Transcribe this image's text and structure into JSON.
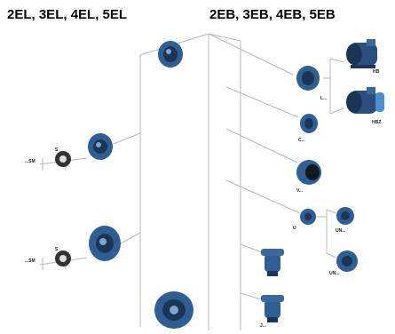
{
  "headings": {
    "left": "2EL, 3EL, 4EL, 5EL",
    "right": "2EB, 3EB, 4EB, 5EB"
  },
  "labels": {
    "l": "L...",
    "c": "C...",
    "v": "V...",
    "u": "U",
    "un_upper": "UN...",
    "un_lower": "UN...",
    "j": "J...",
    "hb": "HB",
    "hbz": "HBZ",
    "sm_upper": "...SM",
    "s_upper": "S",
    "sm_lower": "...SM",
    "s_lower": "S"
  },
  "colors": {
    "part_blue": "#2f5f92",
    "part_dark": "#1b3555",
    "line": "#b8b8b8"
  }
}
